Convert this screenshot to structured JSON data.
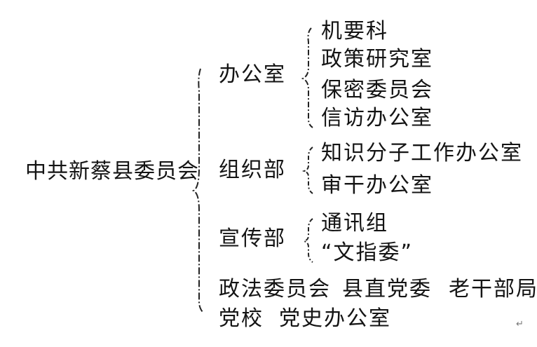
{
  "root": "中共新蔡县委员会",
  "departments": [
    {
      "name": "办公室",
      "children": [
        "机要科",
        "政策研究室",
        "保密委员会",
        "信访办公室"
      ]
    },
    {
      "name": "组织部",
      "children": [
        "知识分子工作办公室",
        "审干办公室"
      ]
    },
    {
      "name": "宣传部",
      "children": [
        "通讯组",
        "“文指委”"
      ]
    }
  ],
  "other_units_row1": [
    "政法委员会",
    "县直党委",
    "老干部局"
  ],
  "other_units_row2": [
    "党校",
    "党史办公室"
  ],
  "return_mark": "↵"
}
